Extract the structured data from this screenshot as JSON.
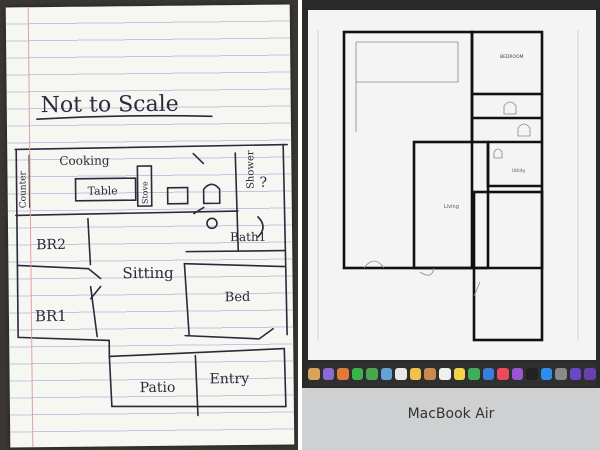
{
  "sketch": {
    "title": "Not to Scale",
    "labels": {
      "cooking": "Cooking",
      "counter": "Counter",
      "table": "Table",
      "stove": "Stove",
      "shower": "Shower",
      "br2": "BR2",
      "bath1": "Bath1",
      "sitting": "Sitting",
      "bed": "Bed",
      "br1": "BR1",
      "patio": "Patio",
      "entry": "Entry",
      "question": "?"
    }
  },
  "plan": {
    "room_labels": {
      "bedroom": "BEDROOM",
      "living": "Living",
      "utility": "Utility"
    }
  },
  "laptop": {
    "brand": "MacBook Air"
  },
  "dock_icons": [
    {
      "name": "finder-icon",
      "color": "#d9a35a"
    },
    {
      "name": "launchpad-icon",
      "color": "#8a6bd1"
    },
    {
      "name": "photos-icon",
      "color": "#e07b39"
    },
    {
      "name": "messages-icon",
      "color": "#3cb34a"
    },
    {
      "name": "facetime-icon",
      "color": "#47a84f"
    },
    {
      "name": "maps-icon",
      "color": "#5fa3d8"
    },
    {
      "name": "calendar-icon",
      "color": "#e8e8e8"
    },
    {
      "name": "photos2-icon",
      "color": "#f1c24a"
    },
    {
      "name": "contacts-icon",
      "color": "#c88a4f"
    },
    {
      "name": "reminders-icon",
      "color": "#f0f0f0"
    },
    {
      "name": "notes-icon",
      "color": "#f3d34a"
    },
    {
      "name": "numbers-icon",
      "color": "#3fae5a"
    },
    {
      "name": "keynote-icon",
      "color": "#3b7ddd"
    },
    {
      "name": "music-icon",
      "color": "#e94b5b"
    },
    {
      "name": "podcasts-icon",
      "color": "#9b55d2"
    },
    {
      "name": "tv-icon",
      "color": "#222222"
    },
    {
      "name": "appstore-icon",
      "color": "#2f8cf0"
    },
    {
      "name": "settings-icon",
      "color": "#8a8a8a"
    },
    {
      "name": "imovie-icon",
      "color": "#6a46c8"
    },
    {
      "name": "star-icon",
      "color": "#6b3fb0"
    }
  ]
}
